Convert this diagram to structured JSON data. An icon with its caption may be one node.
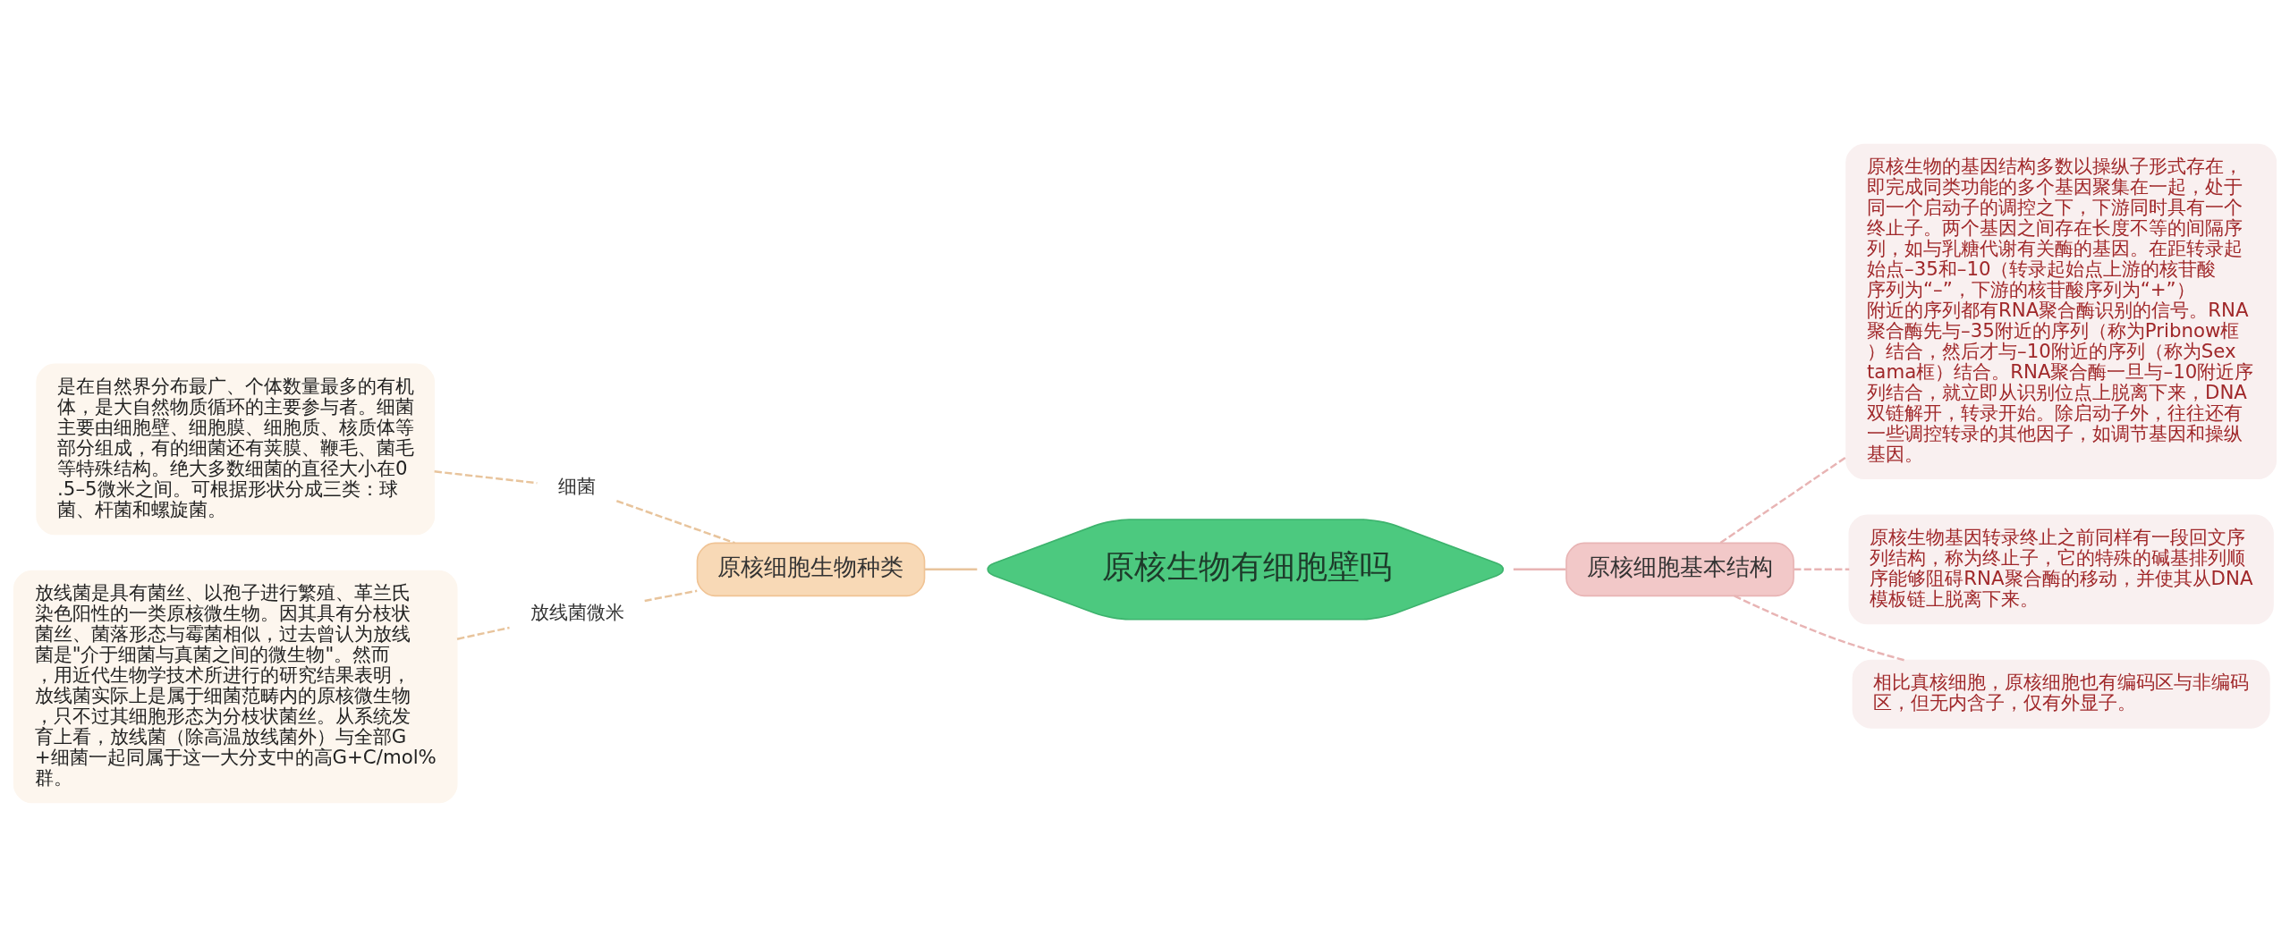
{
  "diagram": {
    "nodes": [
      {
        "text": [
          "原核生物有细胞壁吗"
        ]
      },
      {
        "text": [
          "原核细胞生物种类"
        ]
      },
      {
        "text": [
          "细菌"
        ]
      },
      {
        "text": [
          "是在自然界分布最广、个体数量最多的有机体，是大自然物质循环的主要参与者。细菌主要由细胞壁、细胞膜、细胞质、核质体等部分组成，有的细菌还有荚膜、鞭毛、菌毛等特殊结构。绝大多数细菌的直径大小在0.5–5微米之间。可根据形状分成三类：球菌、杆菌和螺旋菌。"
        ]
      },
      {
        "text": [
          "放线菌微米"
        ]
      },
      {
        "text": [
          "放线菌是具有菌丝、以孢子进行繁殖、革兰氏染色阳性的一类原核微生物。因其具有分枝状菌丝、菌落形态与霉菌相似，过去曾认为放线菌是\"介于细菌与真菌之间的微生物\"。然而，用近代生物学技术所进行的研究结果表明，放线菌实际上是属于细菌范畴内的原核微生物，只不过其细胞形态为分枝状菌丝。从系统发育上看，放线菌（除高温放线菌外）与全部G+细菌一起同属于这一大分支中的高G+C/mol%群。"
        ]
      },
      {
        "text": [
          "原核细胞基本结构"
        ]
      },
      {
        "text": [
          "原核生物的基因结构多数以操纵子形式存在，即完成同类功能的多个基因聚集在一起，处于同一个启动子的调控之下，下游同时具有一个终止子。两个基因之间存在长度不等的间隔序列，如与乳糖代谢有关酶的基因。在距转录起始点–35和–10（转录起始点上游的核苷酸序列为“–”，下游的核苷酸序列为“+”）附近的序列都有RNA聚合酶识别的信号。RNA聚合酶先与–35附近的序列（称为Pribnow框）结合，然后才与–10附近的序列（称为Sextama框）结合。RNA聚合酶一旦与–10附近序列结合，就立即从识别位点上脱离下来，DNA双链解开，转录开始。除启动子外，往往还有一些调控转录的其他因子，如调节基因和操纵基因。"
        ]
      },
      {
        "text": [
          "原核生物基因转录终止之前同样有一段回文序列结构，称为终止子，它的特殊的碱基排列顺序能够阻碍RNA聚合酶的移动，并使其从DNA模板链上脱离下来。"
        ]
      },
      {
        "text": [
          "相比真核细胞，原核细胞也有编码区与非编码区，但无内含子，仅有外显子。"
        ]
      }
    ],
    "edges": [
      {
        "from": 0,
        "to": 1,
        "arrow": "none"
      },
      {
        "from": 1,
        "to": 2,
        "arrow": "none",
        "style": "dashed"
      },
      {
        "from": 2,
        "to": 3,
        "arrow": "none",
        "style": "dashed"
      },
      {
        "from": 1,
        "to": 4,
        "arrow": "none",
        "style": "dashed"
      },
      {
        "from": 4,
        "to": 5,
        "arrow": "none",
        "style": "dashed"
      },
      {
        "from": 0,
        "to": 6,
        "arrow": "none",
        "color": "#e8b4b4"
      },
      {
        "from": 6,
        "to": 7,
        "arrow": "none",
        "style": "dashed",
        "color": "#e8b4b4"
      },
      {
        "from": 6,
        "to": 8,
        "arrow": "none",
        "style": "dashed",
        "color": "#e8b4b4"
      },
      {
        "from": 6,
        "to": 9,
        "arrow": "none",
        "style": "dashed",
        "color": "#e8b4b4"
      }
    ]
  }
}
